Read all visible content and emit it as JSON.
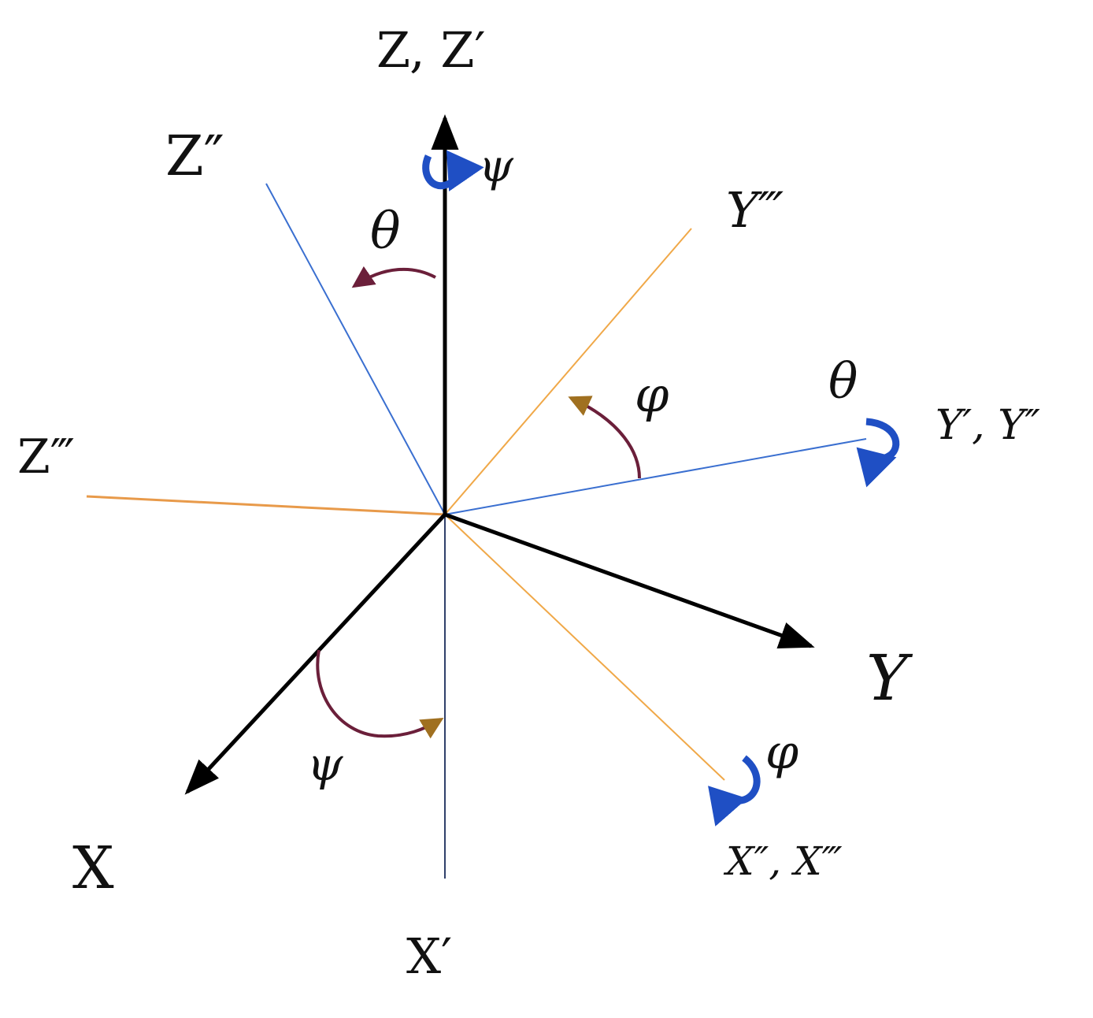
{
  "colors": {
    "original_axis": "#000000",
    "intermediate_axis": "#3a6fd0",
    "final_axis": "#f0a848",
    "angle_arc": "#6b1f3a",
    "rotation_arrow": "#1f4fc4",
    "background": "#ffffff"
  },
  "labels": {
    "z_zp": "Z, Z′",
    "z_pp": "Z″",
    "z_ppp": "Z‴",
    "y_ppp": "Y‴",
    "y_p_pp": "Y′, Y″",
    "y": "Y",
    "x": "X",
    "x_p": "X′",
    "x_pp_ppp": "X″, X‴",
    "psi_top": "ψ",
    "theta_top": "θ",
    "phi_mid": "φ",
    "theta_right": "θ",
    "psi_bottom": "ψ",
    "phi_bottom": "φ"
  },
  "icons": {
    "rotation_psi": "curved-rotation-arrow-icon",
    "rotation_theta": "curved-rotation-arrow-icon",
    "rotation_phi": "curved-rotation-arrow-icon"
  }
}
